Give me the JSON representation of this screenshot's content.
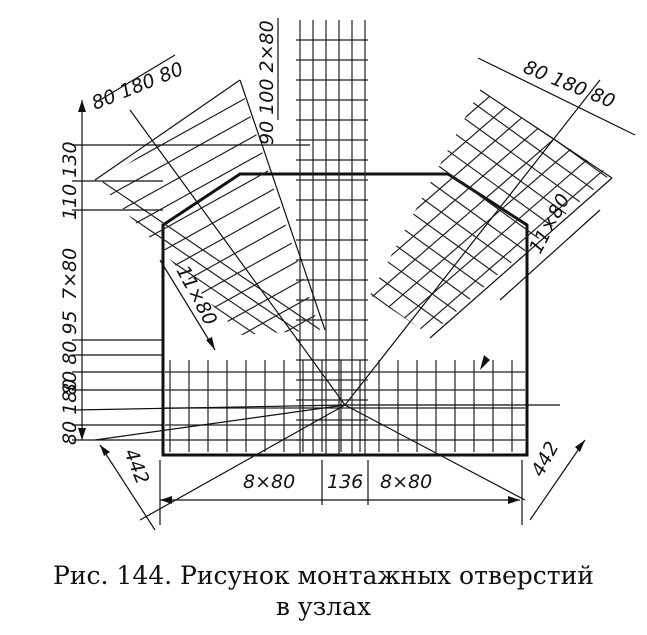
{
  "figure": {
    "dims": {
      "top_vertical": "90 100 2×80",
      "left_top": "110 130",
      "left_mid": "7×80",
      "left_bottom_upper": "80 80 95",
      "left_bottom_lower": "80 180",
      "left_group_top": "80 180 80",
      "right_group_top": "80 180 80",
      "left_diagonal": "11×80",
      "right_diagonal": "11×80",
      "bottom_left": "8×80",
      "bottom_center": "136",
      "bottom_right": "8×80",
      "corner_left": "442",
      "corner_right": "442"
    }
  },
  "caption": {
    "line1": "Рис. 144. Рисунок монтажных отверстий",
    "line2": "в узлах"
  }
}
